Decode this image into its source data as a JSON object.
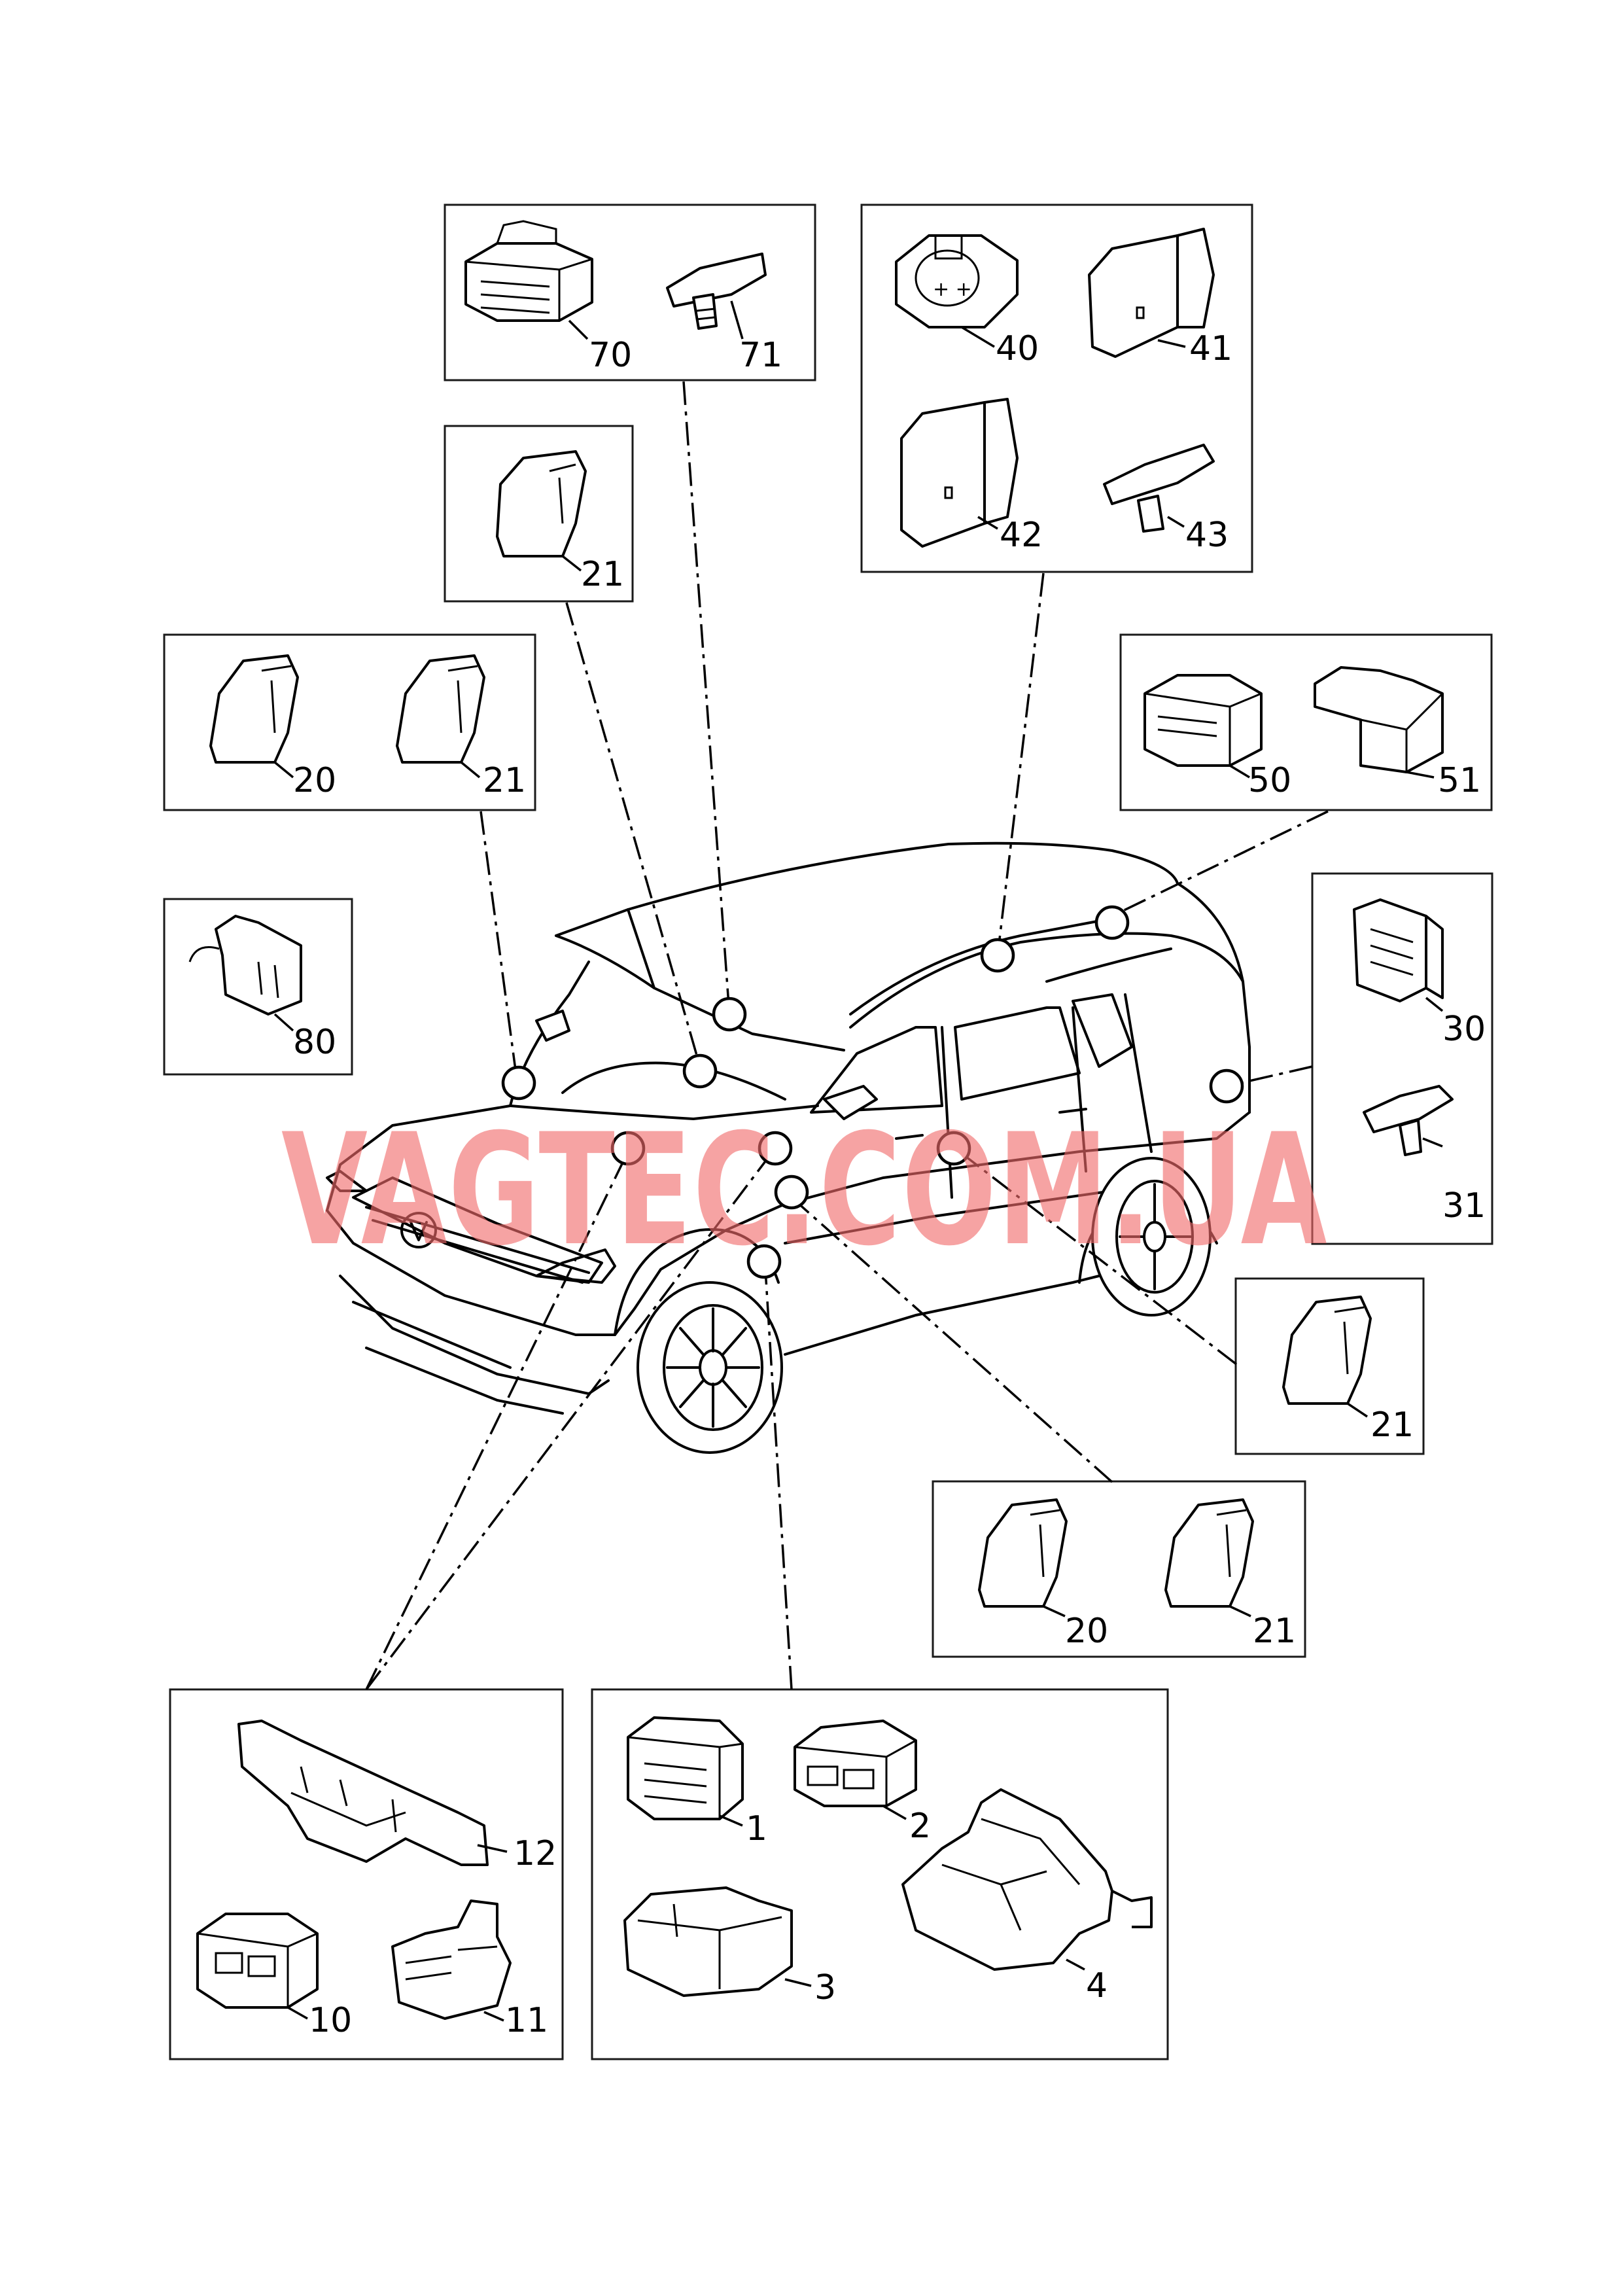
{
  "watermark": "VAGTEC.COM.UA",
  "callouts": {
    "p70": "70",
    "p71": "71",
    "p40": "40",
    "p41": "41",
    "p42": "42",
    "p43": "43",
    "p21a": "21",
    "p20a": "20",
    "p21b": "21",
    "p50": "50",
    "p51": "51",
    "p80": "80",
    "p30": "30",
    "p31": "31",
    "p21c": "21",
    "p20b": "20",
    "p21d": "21",
    "p12": "12",
    "p10": "10",
    "p11": "11",
    "p1": "1",
    "p2": "2",
    "p3": "3",
    "p4": "4"
  }
}
